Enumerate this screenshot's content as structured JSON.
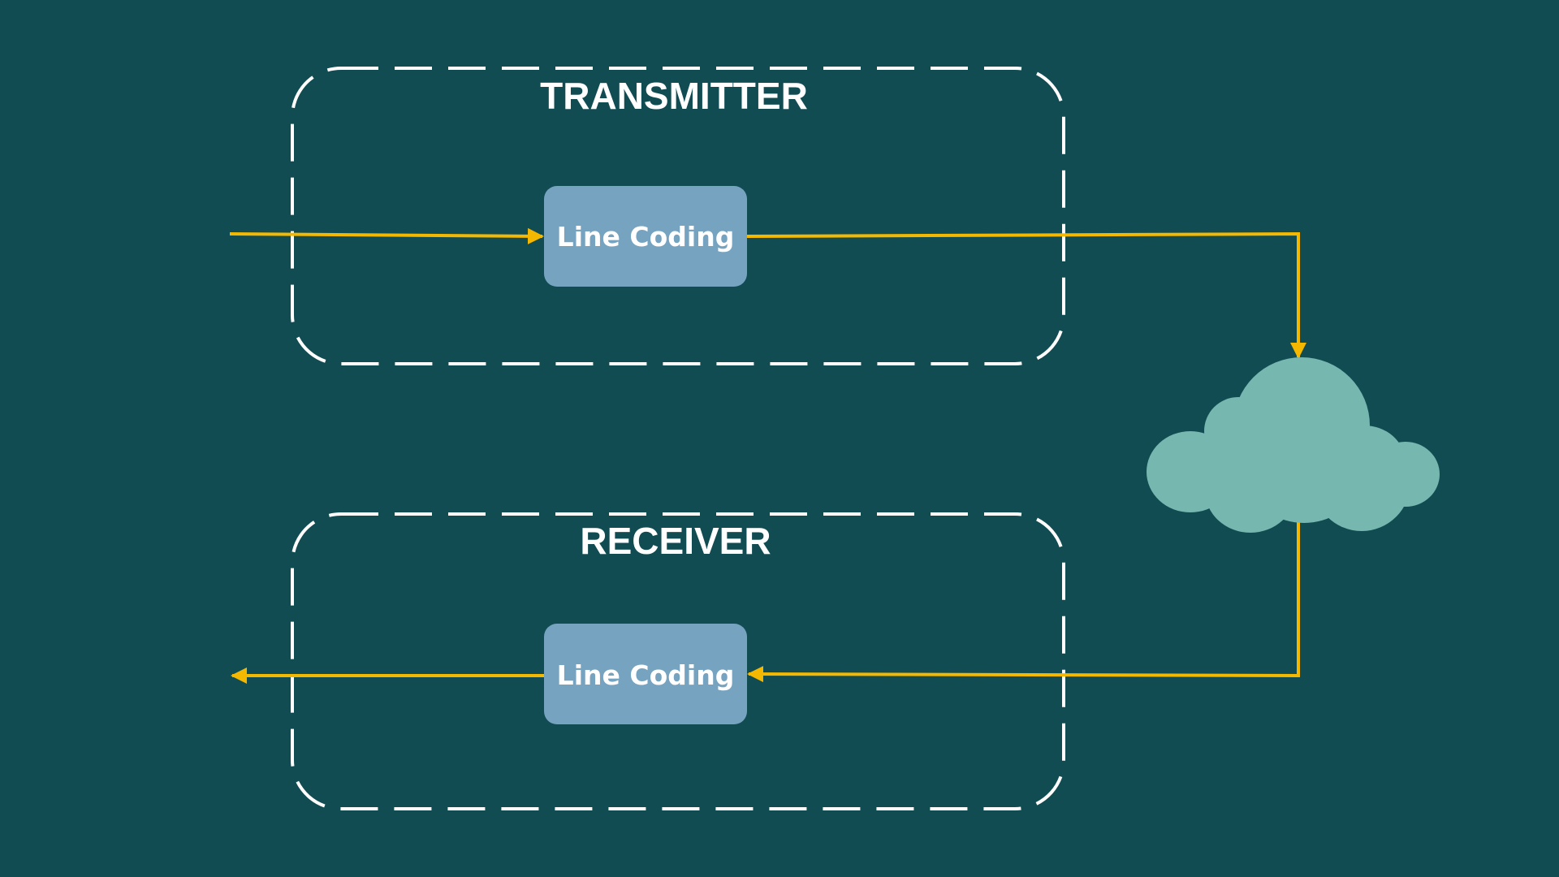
{
  "colors": {
    "background": "#124c53",
    "dashed_border": "#ffffff",
    "block_fill": "#76a3c0",
    "arrow": "#f5b800",
    "cloud": "#76b8b0",
    "text": "#ffffff"
  },
  "transmitter": {
    "title": "TRANSMITTER",
    "block_label": "Line Coding"
  },
  "receiver": {
    "title": "RECEIVER",
    "block_label": "Line Coding"
  },
  "channel": {
    "icon": "cloud-icon"
  }
}
